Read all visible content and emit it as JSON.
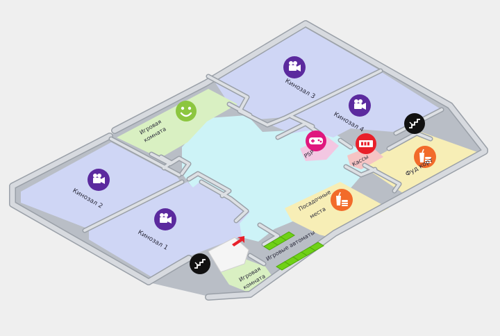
{
  "rooms": {
    "hall_1": "Кинозал 1",
    "hall_2": "Кинозал 2",
    "hall_3": "Кинозал 3",
    "hall_4": "Кинозал 4",
    "playroom_top": [
      "Игровая",
      "комната"
    ],
    "playroom_bottom": [
      "Игровая",
      "комната"
    ],
    "psp": "PSP",
    "cashier": "Кассы",
    "food_court": "Фуд корт",
    "seating": [
      "Посадочные",
      "места"
    ],
    "arcade": "Игровые автоматы"
  },
  "icons": [
    {
      "id": "hall-1-camera",
      "name": "movie-camera-icon",
      "color": "#5b2a9e"
    },
    {
      "id": "hall-2-camera",
      "name": "movie-camera-icon",
      "color": "#5b2a9e"
    },
    {
      "id": "hall-3-camera",
      "name": "movie-camera-icon",
      "color": "#5b2a9e"
    },
    {
      "id": "hall-4-camera",
      "name": "movie-camera-icon",
      "color": "#5b2a9e"
    },
    {
      "id": "playroom-smiley",
      "name": "smiley-icon",
      "color": "#8cc63f"
    },
    {
      "id": "psp-gamepad",
      "name": "gamepad-icon",
      "color": "#e0177e"
    },
    {
      "id": "cashier-ticket",
      "name": "ticket-icon",
      "color": "#e8202a"
    },
    {
      "id": "food-court",
      "name": "food-drink-icon",
      "color": "#f26b2a"
    },
    {
      "id": "seating-food",
      "name": "food-drink-icon",
      "color": "#f26b2a"
    },
    {
      "id": "stairs-top",
      "name": "stairs-icon",
      "color": "#111111"
    },
    {
      "id": "stairs-bottom",
      "name": "stairs-icon",
      "color": "#111111"
    }
  ],
  "colors": {
    "cinema_floor": "#cfd6f5",
    "corridor_floor": "#cdf3f7",
    "playroom_floor": "#d9f0c2",
    "food_floor": "#f7eeb6",
    "psp_floor": "#f3c7e2",
    "cashier_floor": "#f6c4c4",
    "wall_top": "#d5d8dd",
    "wall_side": "#9aa0a8",
    "entrance_arrow": "#e8202a",
    "arcade_machines": "#6fd116"
  }
}
